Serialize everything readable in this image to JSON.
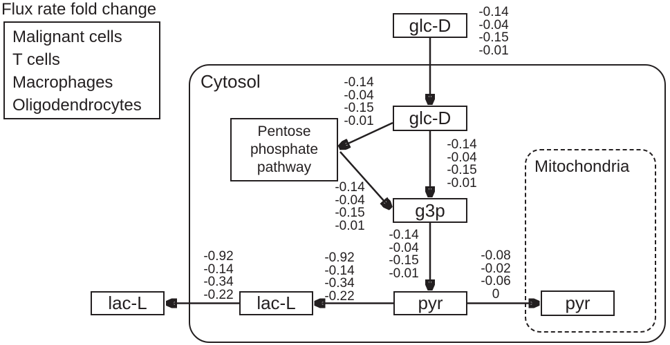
{
  "title": "Flux rate fold change",
  "legend": {
    "items": [
      {
        "label": "Malignant cells"
      },
      {
        "label": "T cells"
      },
      {
        "label": "Macrophages"
      },
      {
        "label": "Oligodendrocytes"
      }
    ]
  },
  "compartments": {
    "cytosol": {
      "label": "Cytosol"
    },
    "mitochondria": {
      "label": "Mitochondria"
    }
  },
  "nodes": {
    "glc_d_extracellular": {
      "label": "glc-D"
    },
    "glc_d_cytosol": {
      "label": "glc-D"
    },
    "pentose_phosphate_pathway": {
      "label": [
        "Pentose",
        "phosphate",
        "pathway"
      ]
    },
    "g3p": {
      "label": "g3p"
    },
    "pyr_cytosol": {
      "label": "pyr"
    },
    "pyr_mitochondria": {
      "label": "pyr"
    },
    "lac_l_cytosol": {
      "label": "lac-L"
    },
    "lac_l_extracellular": {
      "label": "lac-L"
    }
  },
  "edges": {
    "glc_d_uptake": {
      "from": "glc_d_extracellular",
      "to": "glc_d_cytosol",
      "values": [
        "-0.14",
        "-0.04",
        "-0.15",
        "-0.01"
      ]
    },
    "glc_d_to_ppp": {
      "from": "glc_d_cytosol",
      "to": "pentose_phosphate_pathway",
      "values": [
        "-0.14",
        "-0.04",
        "-0.15",
        "-0.01"
      ]
    },
    "glc_d_to_g3p": {
      "from": "glc_d_cytosol",
      "to": "g3p",
      "values": [
        "-0.14",
        "-0.04",
        "-0.15",
        "-0.01"
      ]
    },
    "ppp_to_g3p": {
      "from": "pentose_phosphate_pathway",
      "to": "g3p",
      "values": [
        "-0.14",
        "-0.04",
        "-0.15",
        "-0.01"
      ]
    },
    "g3p_to_pyr": {
      "from": "g3p",
      "to": "pyr_cytosol",
      "values": [
        "-0.14",
        "-0.04",
        "-0.15",
        "-0.01"
      ]
    },
    "pyr_to_mitochondria": {
      "from": "pyr_cytosol",
      "to": "pyr_mitochondria",
      "values": [
        "-0.08",
        "-0.02",
        "-0.06",
        "0"
      ]
    },
    "pyr_to_lac_l": {
      "from": "pyr_cytosol",
      "to": "lac_l_cytosol",
      "values": [
        "-0.92",
        "-0.14",
        "-0.34",
        "-0.22"
      ]
    },
    "lac_l_export": {
      "from": "lac_l_cytosol",
      "to": "lac_l_extracellular",
      "values": [
        "-0.92",
        "-0.14",
        "-0.34",
        "-0.22"
      ]
    }
  },
  "colors": {
    "ink": "#231f20",
    "background": "#ffffff"
  }
}
